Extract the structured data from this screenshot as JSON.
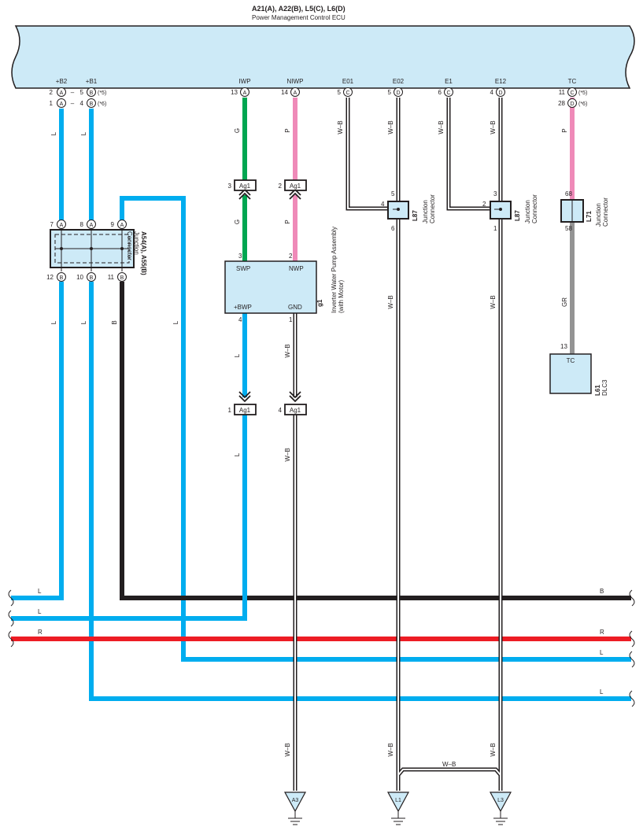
{
  "ecu": {
    "codes": "A21(A), A22(B), L5(C), L6(D)",
    "name": "Power Management Control ECU",
    "terminals": [
      "+B2",
      "+B1",
      "IWP",
      "NIWP",
      "E01",
      "E02",
      "E1",
      "E12",
      "TC"
    ]
  },
  "ecu_pins": {
    "b2_a": "2",
    "b2_b": "1",
    "b2_badge": "A",
    "b1_a": "5",
    "b1_b": "4",
    "b1_badge": "B",
    "b1_note_a": "(*5)",
    "b1_note_b": "(*6)",
    "dash": "–",
    "iwp_num": "13",
    "iwp_badge": "A",
    "niwp_num": "14",
    "niwp_badge": "A",
    "e01_num": "5",
    "e01_badge": "C",
    "e02_num": "5",
    "e02_badge": "D",
    "e1_num": "6",
    "e1_badge": "C",
    "e12_num": "4",
    "e12_badge": "D",
    "tc_a": "11",
    "tc_b": "28",
    "tc_badge_a": "C",
    "tc_badge_b": "D",
    "tc_note_a": "(*5)",
    "tc_note_b": "(*6)"
  },
  "junction_a54": {
    "label_code": "A54(A), A55(B)",
    "label_name": "Junction",
    "label_name2": "Connector",
    "top_pins": [
      "7",
      "8",
      "9"
    ],
    "top_badges": [
      "A",
      "A",
      "A"
    ],
    "bottom_pins": [
      "12",
      "10",
      "11"
    ],
    "bottom_badges": [
      "B",
      "B",
      "B"
    ]
  },
  "connector_ag1": {
    "label": "Ag1",
    "upper_pins": [
      "3",
      "2"
    ],
    "lower_pins": [
      "1",
      "4"
    ]
  },
  "pump": {
    "code": "g1",
    "name": "Inverter Water Pump Assembly",
    "sub": "(with Motor)",
    "terms": [
      "SWP",
      "NWP",
      "+BWP",
      "GND"
    ],
    "pins_top": [
      "3",
      "2"
    ],
    "pins_bottom": [
      "4",
      "1"
    ]
  },
  "l87": {
    "code": "L87",
    "name": "Junction",
    "name2": "Connector",
    "left_pins": [
      "5",
      "4",
      "6"
    ],
    "right_pins": [
      "3",
      "2",
      "1"
    ]
  },
  "l71": {
    "code": "L71",
    "name": "Junction",
    "name2": "Connector",
    "pins": [
      "68",
      "58"
    ]
  },
  "dlc3": {
    "code": "L61",
    "name": "DLC3",
    "term": "TC",
    "pin": "13"
  },
  "wire_colors": {
    "l": "L",
    "g": "G",
    "p": "P",
    "b": "B",
    "r": "R",
    "wb": "W–B",
    "gr": "GR"
  },
  "grounds": [
    "A3",
    "L1",
    "L3"
  ],
  "colors": {
    "ecu_fill": "#cdeaf7",
    "blue": "#00adef",
    "green": "#00a651",
    "pink": "#ef8ab8",
    "black": "#231f20",
    "red": "#ed1c24",
    "gray": "#949494",
    "box": "#cdeaf7"
  }
}
